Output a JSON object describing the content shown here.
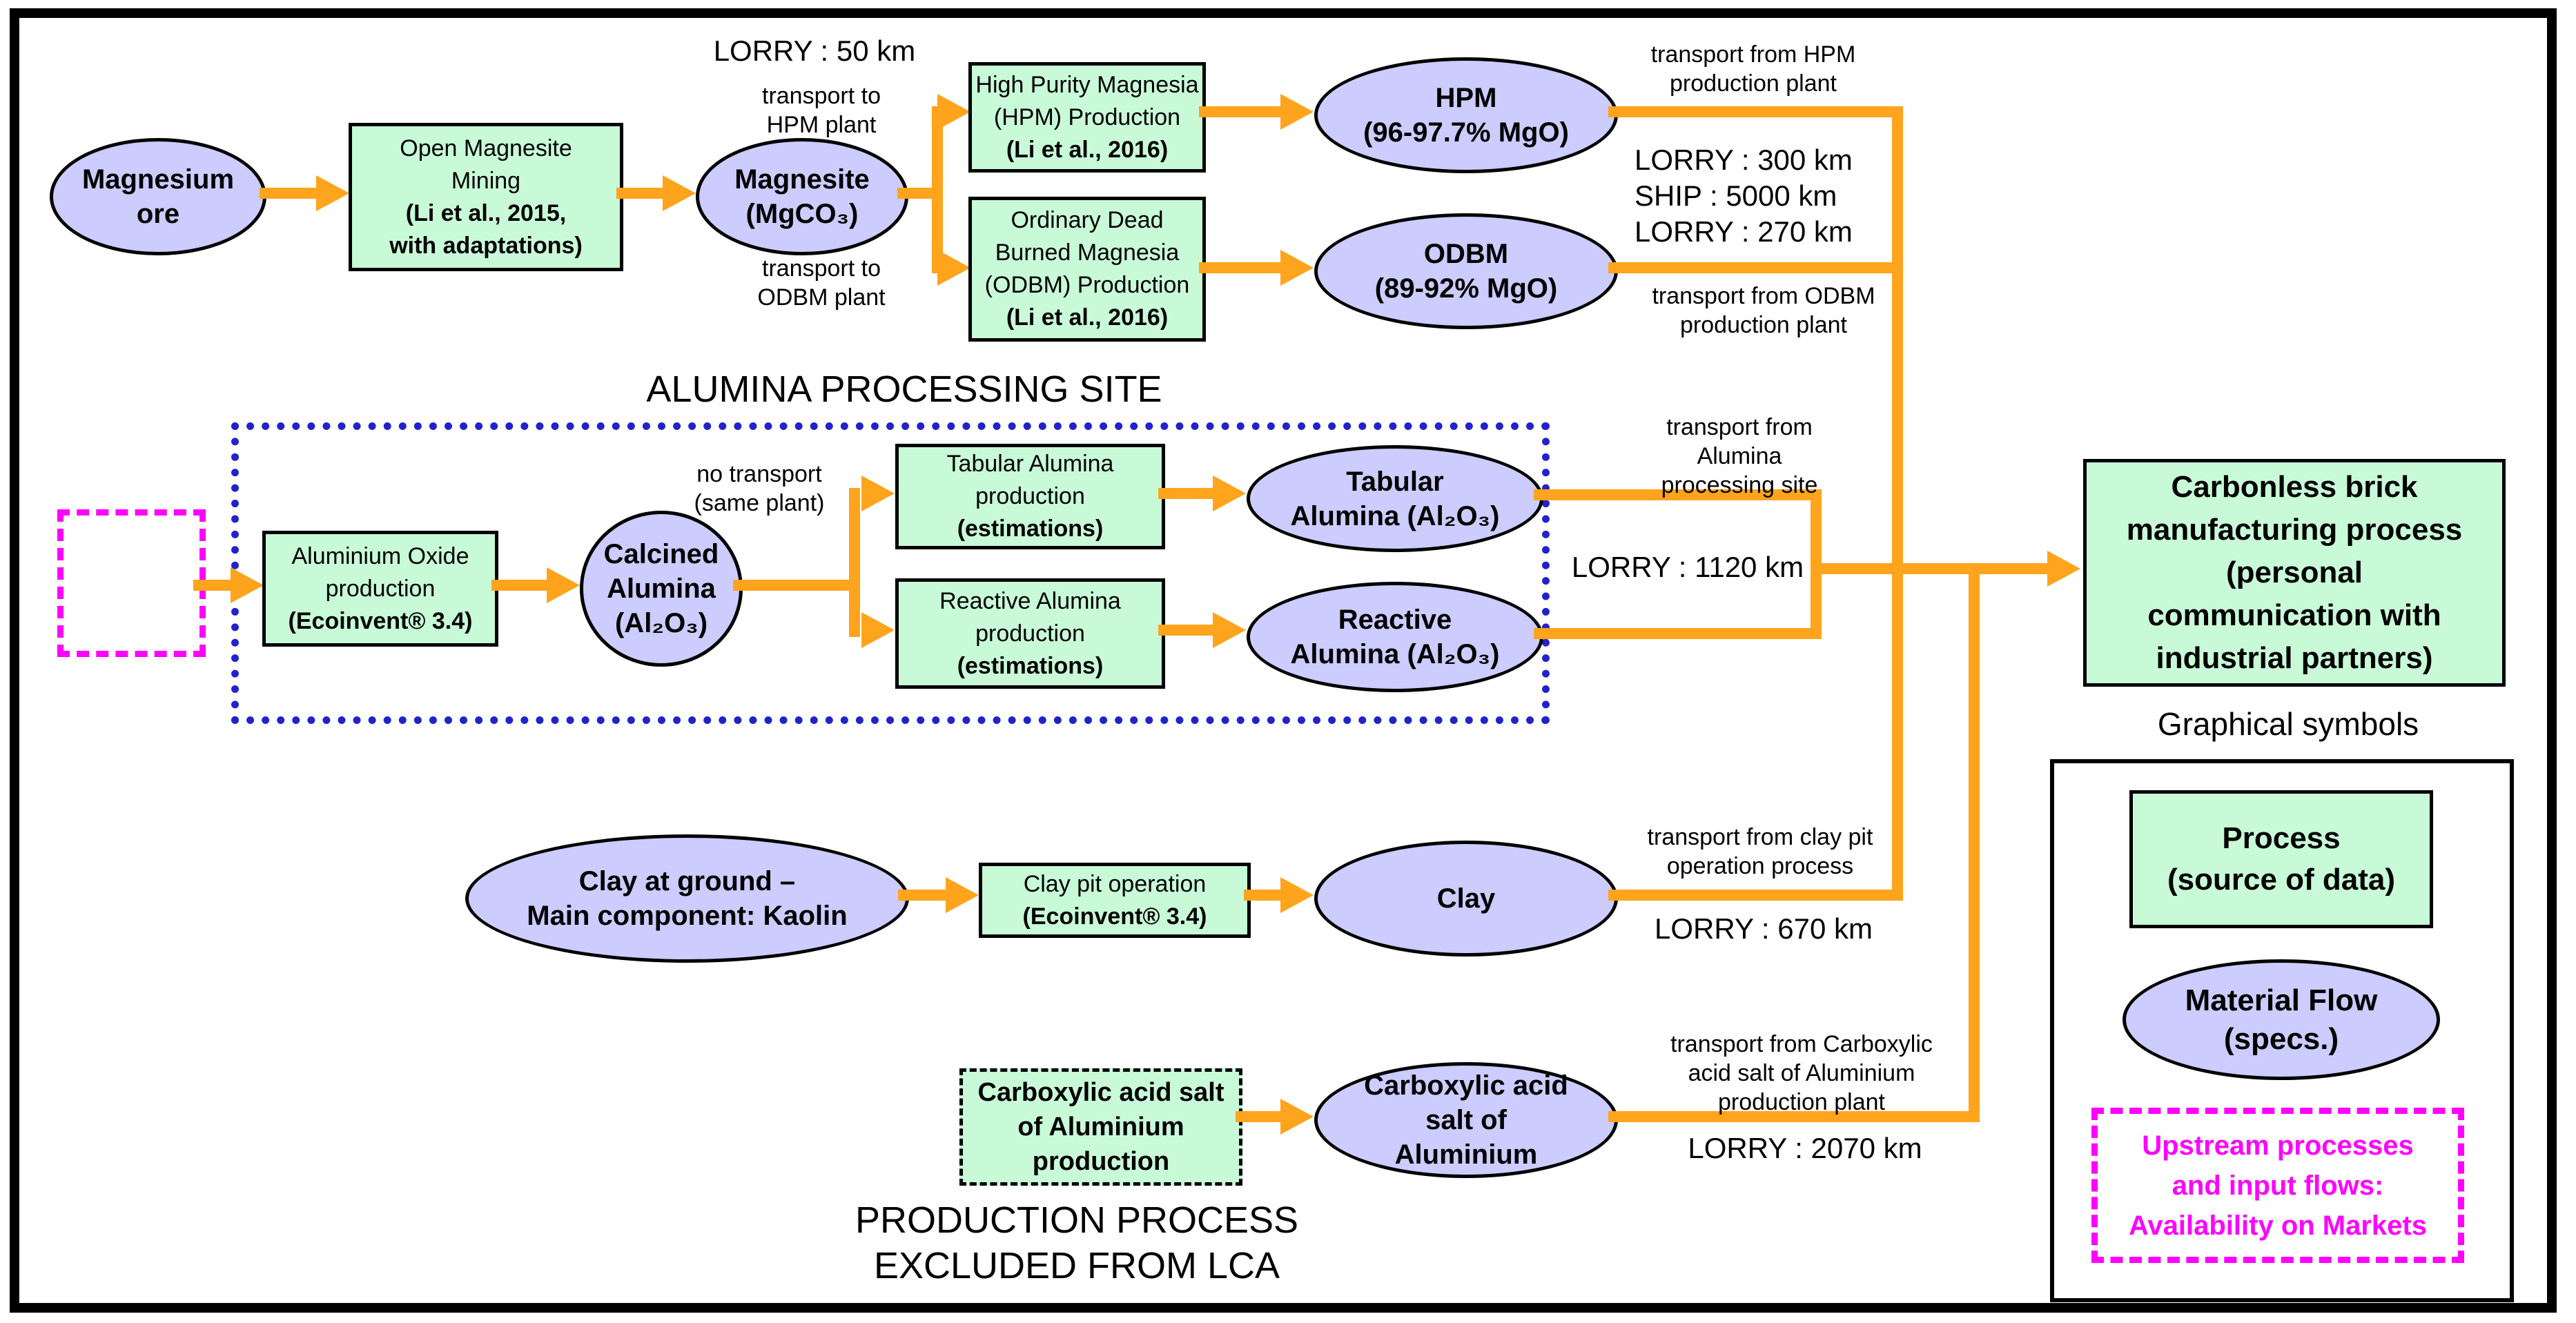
{
  "colors": {
    "process_fill": "#C8FAD8",
    "flow_fill": "#CCCCFF",
    "arrow_orange": "#FFA41C",
    "site_border_blue": "#2222CC",
    "upstream_magenta": "#FF00FF"
  },
  "titles": {
    "alumina_site": "ALUMINA PROCESSING SITE",
    "excluded": "PRODUCTION PROCESS\nEXCLUDED FROM LCA",
    "graphical_symbols": "Graphical symbols"
  },
  "nodes": {
    "magnesium_ore": {
      "label": "Magnesium\nore"
    },
    "open_magnesite": {
      "name": "Open Magnesite\nMining",
      "source": "(Li et al., 2015,\nwith adaptations)"
    },
    "magnesite": {
      "label": "Magnesite\n(MgCO₃)"
    },
    "hpm_production": {
      "name": "High Purity Magnesia\n(HPM) Production",
      "source": "(Li et al., 2016)"
    },
    "odbm_production": {
      "name": "Ordinary Dead\nBurned Magnesia\n(ODBM) Production",
      "source": "(Li et al., 2016)"
    },
    "hpm": {
      "label": "HPM\n(96-97.7% MgO)"
    },
    "odbm": {
      "label": "ODBM\n(89-92% MgO)"
    },
    "aluminium_oxide": {
      "name": "Aluminium Oxide\nproduction",
      "source": "(Ecoinvent® 3.4)"
    },
    "calcined_alumina": {
      "label": "Calcined\nAlumina\n(Al₂O₃)"
    },
    "tabular_production": {
      "name": "Tabular Alumina\nproduction",
      "source": "(estimations)"
    },
    "reactive_production": {
      "name": "Reactive Alumina\nproduction",
      "source": "(estimations)"
    },
    "tabular_alumina": {
      "label": "Tabular\nAlumina (Al₂O₃)"
    },
    "reactive_alumina": {
      "label": "Reactive\nAlumina (Al₂O₃)"
    },
    "clay_ground": {
      "label": "Clay at ground –\nMain component: Kaolin"
    },
    "clay_pit": {
      "name": "Clay pit operation",
      "source": "(Ecoinvent® 3.4)"
    },
    "clay": {
      "label": "Clay"
    },
    "carboxylic_production": {
      "label": "Carboxylic acid salt\nof Aluminium\nproduction"
    },
    "carboxylic": {
      "label": "Carboxylic acid\nsalt of\nAluminium"
    },
    "carbonless_brick": {
      "label": "Carbonless brick\nmanufacturing process\n(personal\ncommunication with\nindustrial partners)"
    }
  },
  "transport_labels": {
    "lorry_50": "LORRY : 50 km",
    "to_hpm": "transport to\nHPM plant",
    "to_odbm": "transport to\nODBM plant",
    "from_hpm": "transport from HPM\nproduction plant",
    "lorry_300_ship": "LORRY : 300 km\nSHIP : 5000 km\nLORRY : 270 km",
    "from_odbm": "transport from ODBM\nproduction plant",
    "no_transport": "no transport\n(same plant)",
    "from_alumina": "transport from\nAlumina\nprocessing site",
    "lorry_1120": "LORRY : 1120 km",
    "from_clay": "transport from clay pit\noperation process",
    "lorry_670": "LORRY : 670 km",
    "from_carboxylic": "transport from Carboxylic\nacid salt of Aluminium\nproduction plant",
    "lorry_2070": "LORRY : 2070 km"
  },
  "legend": {
    "process": "Process\n(source of data)",
    "material_flow": "Material Flow\n(specs.)",
    "upstream": "Upstream processes\nand input flows:\nAvailability on Markets"
  }
}
